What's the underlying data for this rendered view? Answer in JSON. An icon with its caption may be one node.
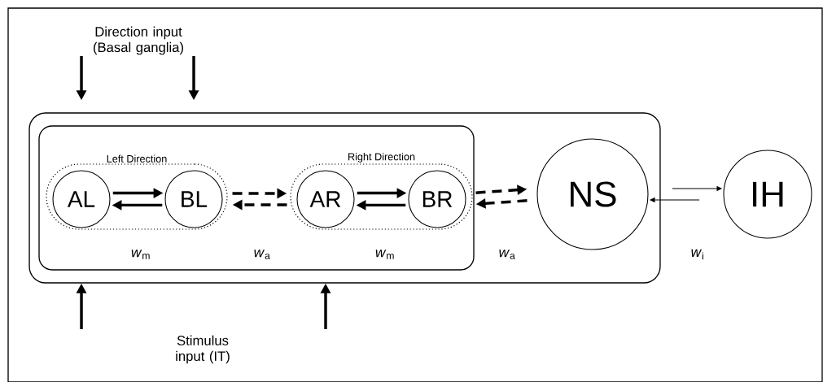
{
  "diagram": {
    "nodes": [
      {
        "text": [],
        "shape": "box"
      },
      {
        "text": [],
        "shape": "box",
        "in": 0
      },
      {
        "text": [
          "Left Direction"
        ],
        "in": 1
      },
      {
        "text": [
          "AL"
        ],
        "in": 2
      },
      {
        "text": [
          "BL"
        ],
        "in": 2
      },
      {
        "text": [
          "Right Direction"
        ],
        "in": 1
      },
      {
        "text": [
          "AR"
        ],
        "in": 5
      },
      {
        "text": [
          "BR"
        ],
        "in": 5
      },
      {
        "text": [
          "NS"
        ],
        "in": 0
      },
      {
        "text": [
          "IH"
        ]
      },
      {
        "text": [
          "Direction input (Basal ganglia)"
        ]
      }
    ],
    "edges": [
      {
        "from": 3,
        "to": 4,
        "arrow": "to"
      },
      {
        "from": 4,
        "to": 3,
        "arrow": "to"
      },
      {
        "from": 4,
        "to": 6,
        "arrow": "to",
        "style": "dashed"
      },
      {
        "from": 6,
        "to": 4,
        "arrow": "to",
        "style": "dashed"
      },
      {
        "from": 6,
        "to": 7,
        "arrow": "to"
      },
      {
        "from": 7,
        "to": 6,
        "arrow": "to"
      },
      {
        "from": 7,
        "to": 8,
        "arrow": "to",
        "style": "dashed"
      },
      {
        "from": 8,
        "to": 7,
        "arrow": "to",
        "style": "dashed"
      },
      {
        "from": 8,
        "to": 9,
        "arrow": "to"
      },
      {
        "from": 9,
        "to": 8,
        "arrow": "to"
      },
      {
        "from": 10,
        "to": 0,
        "arrow": "to"
      },
      {
        "from": 10,
        "to": 0,
        "arrow": "to"
      },
      {
        "from": null,
        "to": 0,
        "arrow": "to"
      },
      {
        "from": null,
        "to": 0,
        "arrow": "to"
      }
    ],
    "labels": [
      "Stimulus input (IT)",
      "*w*$_{m}$",
      "*w*$_{a}$",
      "*w*$_{m}$",
      "*w*$_{a}$",
      "*w*$_{i}$"
    ]
  }
}
